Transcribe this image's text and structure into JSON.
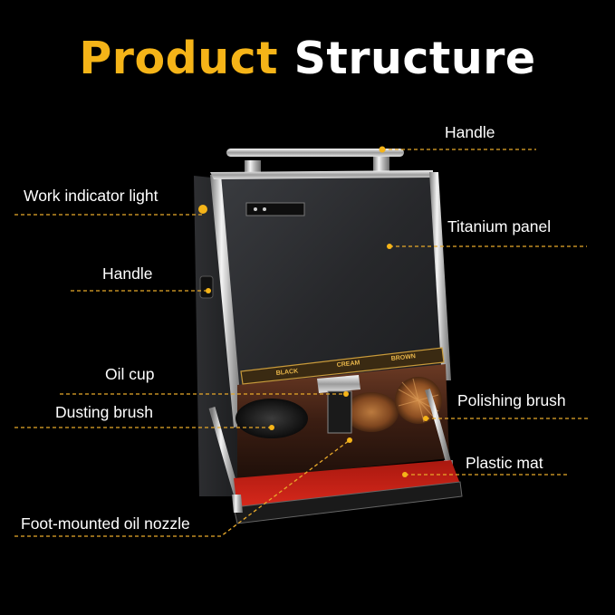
{
  "title": {
    "word1": "Product",
    "word2": "Structure"
  },
  "labels": {
    "handle_top": "Handle",
    "work_indicator_light": "Work indicator light",
    "titanium_panel": "Titanium panel",
    "handle_side": "Handle",
    "oil_cup": "Oil cup",
    "polishing_brush": "Polishing brush",
    "dusting_brush": "Dusting brush",
    "plastic_mat": "Plastic mat",
    "foot_mounted_oil_nozzle": "Foot-mounted oil nozzle"
  },
  "panel_strip": {
    "black": "BLACK",
    "cream": "CREAM",
    "brown": "BROWN"
  },
  "colors": {
    "accent": "#f5b418",
    "leader": "#e8a92a",
    "background": "#000000",
    "mat": "#c8231a"
  }
}
